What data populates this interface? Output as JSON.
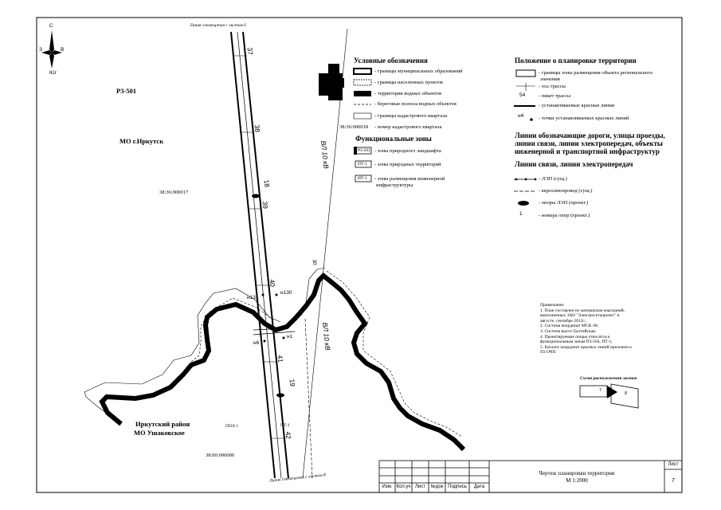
{
  "compass": {
    "north": "С",
    "south": "Юг",
    "west": "З",
    "east": "В"
  },
  "map_labels": {
    "zone_code_top": "Р3-501",
    "municipality_irkutsk": "МО г.Иркутск",
    "cadastral_1": "38:36:000017",
    "district_line1": "Иркутский район",
    "district_line2": "МО Ушаковское",
    "cadastral_2": "38:00:000000",
    "zone_ppl": "ППЛ-1",
    "zone_pt1": "ПТ-1",
    "combined_sheet_top": "Линия совмещения с листом 6",
    "combined_sheet_bottom": "Линия совмещения с листом 8",
    "power_line_1": "ВЛ 10 кВ",
    "power_line_2": "ВЛ 10 кВ",
    "picket_37": "37",
    "picket_38": "38",
    "picket_39": "39",
    "picket_40": "40",
    "picket_41": "41",
    "picket_42": "42",
    "support_18": "18",
    "support_19": "19",
    "point_130": "н130",
    "point_131": "н131",
    "point_1": "н1",
    "point_6": "н6",
    "point_30": "30"
  },
  "legend": {
    "title": "Условные обозначения",
    "items": [
      "- границы муниципальных образований",
      "- границы населенных пунктов",
      "- территории водных объектов",
      "- береговые полосы водных объектов",
      "- границы кадастрового квартала",
      "- номер кадастрового квартала"
    ],
    "cadastral_sample": "38:36:000018",
    "func_title": "Функциональные зоны",
    "func_items": [
      {
        "code": "Р3-501",
        "label": "- зоны природного ландшафта"
      },
      {
        "code": "ПТ-1",
        "label": "- зоны природных территорий"
      },
      {
        "code": "ИТ-1",
        "label": "- зоны размещения инженерной",
        "label2": "инфраструктуры"
      }
    ]
  },
  "planning": {
    "title": "Положение о планировке территории",
    "items": [
      "- границы зоны размещения объекта регионального",
      "значения",
      "- ось трассы",
      "- пикет трассы",
      "- устанавливаемые красные линии",
      "- точки устанавливаемых красных линий"
    ],
    "picket_sample": "54",
    "point_sample": "н4",
    "lines_title_1": "Линии обозначающие дороги, улицы проезды,",
    "lines_title_2": "линии связи, линии электропередач, объекты",
    "lines_title_3": "инженерной и транспортной инфраструктур",
    "comm_title": "Линии связи, линии электропередач",
    "comm_items": [
      "- ЛЭП (сущ.)",
      "- керосинопровод (сущ.)",
      "- опоры ЛЭП (проект.)",
      "- номера опор (проект.)"
    ],
    "support_number_sample": "1"
  },
  "notes": {
    "title": "Примечание:",
    "lines": [
      "1. План составлен по материалам изысканий,",
      "выполненных ЗАО \"Электросетьпроект\" в",
      "августе, сентябре 2012г.;",
      "2. Система координат МСК-38;",
      "3. Система высот Балтийская;",
      "4. Проектируемые опоры относятся к",
      "функциональным зонам ПЗ-504, ПТ-1;",
      "5. Каталог координат красных линий приложен к",
      "ПЗ ОЧП"
    ]
  },
  "sheet_scheme": {
    "title": "Схема расположения листов",
    "sheet_7": "7",
    "sheet_8": "8"
  },
  "stamp": {
    "cols": [
      "Изм.",
      "Кол.уч",
      "Лист",
      "№док",
      "Подпись",
      "Дата"
    ],
    "title_line1": "Чертеж планировки территории",
    "title_line2": "М 1:2000",
    "sheet_label": "Лист",
    "sheet_number": "7"
  },
  "colors": {
    "ink": "#000000",
    "paper": "#ffffff",
    "grey": "#9a9a9a"
  }
}
